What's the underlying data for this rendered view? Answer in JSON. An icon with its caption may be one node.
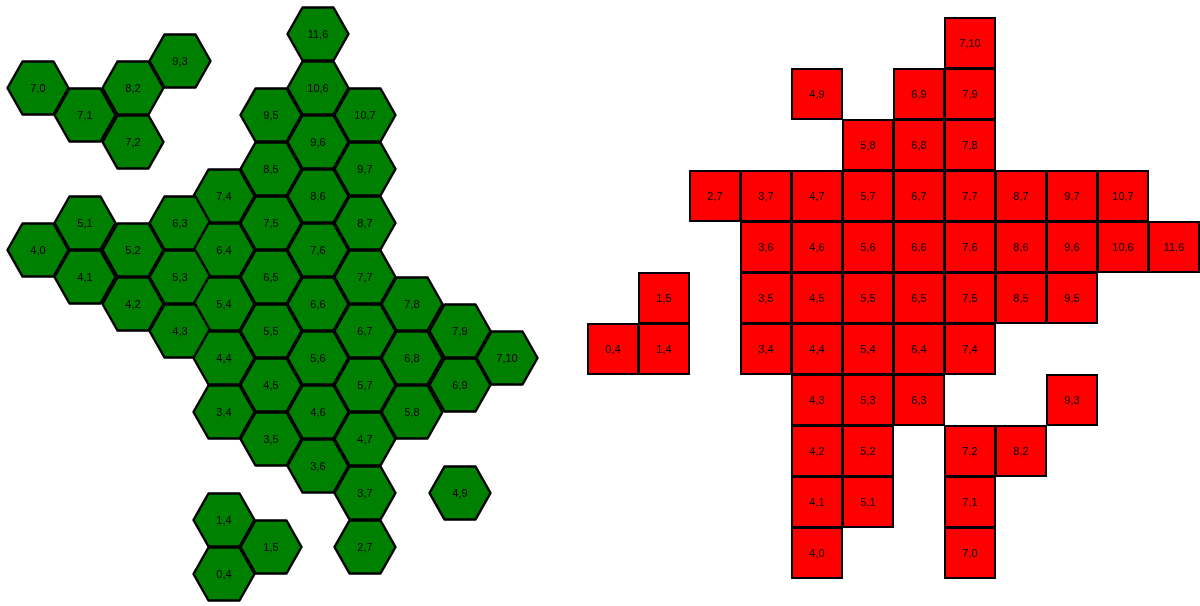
{
  "diagram": {
    "nodes": [
      {
        "text": [
          "11,6"
        ]
      },
      {
        "text": [
          "9,3"
        ]
      },
      {
        "text": [
          "7,0"
        ]
      },
      {
        "text": [
          "8,2"
        ]
      },
      {
        "text": [
          "10,6"
        ]
      },
      {
        "text": [
          "7,1"
        ]
      },
      {
        "text": [
          "9,5"
        ]
      },
      {
        "text": [
          "10,7"
        ]
      },
      {
        "text": [
          "7,2"
        ]
      },
      {
        "text": [
          "9,6"
        ]
      },
      {
        "text": [
          "8,5"
        ]
      },
      {
        "text": [
          "9,7"
        ]
      },
      {
        "text": [
          "7,4"
        ]
      },
      {
        "text": [
          "8,6"
        ]
      },
      {
        "text": [
          "5,1"
        ]
      },
      {
        "text": [
          "6,3"
        ]
      },
      {
        "text": [
          "7,5"
        ]
      },
      {
        "text": [
          "8,7"
        ]
      },
      {
        "text": [
          "4,0"
        ]
      },
      {
        "text": [
          "5,2"
        ]
      },
      {
        "text": [
          "6,4"
        ]
      },
      {
        "text": [
          "7,6"
        ]
      },
      {
        "text": [
          "4,1"
        ]
      },
      {
        "text": [
          "5,3"
        ]
      },
      {
        "text": [
          "6,5"
        ]
      },
      {
        "text": [
          "7,7"
        ]
      },
      {
        "text": [
          "4,2"
        ]
      },
      {
        "text": [
          "5,4"
        ]
      },
      {
        "text": [
          "6,6"
        ]
      },
      {
        "text": [
          "7,8"
        ]
      },
      {
        "text": [
          "4,3"
        ]
      },
      {
        "text": [
          "5,5"
        ]
      },
      {
        "text": [
          "6,7"
        ]
      },
      {
        "text": [
          "7,9"
        ]
      },
      {
        "text": [
          "4,4"
        ]
      },
      {
        "text": [
          "5,6"
        ]
      },
      {
        "text": [
          "6,8"
        ]
      },
      {
        "text": [
          "7,10"
        ]
      },
      {
        "text": [
          "4,5"
        ]
      },
      {
        "text": [
          "5,7"
        ]
      },
      {
        "text": [
          "6,9"
        ]
      },
      {
        "text": [
          "3,4"
        ]
      },
      {
        "text": [
          "4,6"
        ]
      },
      {
        "text": [
          "5,8"
        ]
      },
      {
        "text": [
          "3,5"
        ]
      },
      {
        "text": [
          "4,7"
        ]
      },
      {
        "text": [
          "3,6"
        ]
      },
      {
        "text": [
          "3,7"
        ]
      },
      {
        "text": [
          "4,9"
        ]
      },
      {
        "text": [
          "1,4"
        ]
      },
      {
        "text": [
          "1,5"
        ]
      },
      {
        "text": [
          "2,7"
        ]
      },
      {
        "text": [
          "0,4"
        ]
      },
      {
        "text": [
          "7,10"
        ]
      },
      {
        "text": [
          "4,9"
        ]
      },
      {
        "text": [
          "6,9"
        ]
      },
      {
        "text": [
          "7,9"
        ]
      },
      {
        "text": [
          "5,8"
        ]
      },
      {
        "text": [
          "6,8"
        ]
      },
      {
        "text": [
          "7,8"
        ]
      },
      {
        "text": [
          "2,7"
        ]
      },
      {
        "text": [
          "3,7"
        ]
      },
      {
        "text": [
          "4,7"
        ]
      },
      {
        "text": [
          "5,7"
        ]
      },
      {
        "text": [
          "6,7"
        ]
      },
      {
        "text": [
          "7,7"
        ]
      },
      {
        "text": [
          "8,7"
        ]
      },
      {
        "text": [
          "9,7"
        ]
      },
      {
        "text": [
          "10,7"
        ]
      },
      {
        "text": [
          "3,6"
        ]
      },
      {
        "text": [
          "4,6"
        ]
      },
      {
        "text": [
          "5,6"
        ]
      },
      {
        "text": [
          "6,6"
        ]
      },
      {
        "text": [
          "7,6"
        ]
      },
      {
        "text": [
          "8,6"
        ]
      },
      {
        "text": [
          "9,6"
        ]
      },
      {
        "text": [
          "10,6"
        ]
      },
      {
        "text": [
          "11,6"
        ]
      },
      {
        "text": [
          "1,5"
        ]
      },
      {
        "text": [
          "3,5"
        ]
      },
      {
        "text": [
          "4,5"
        ]
      },
      {
        "text": [
          "5,5"
        ]
      },
      {
        "text": [
          "6,5"
        ]
      },
      {
        "text": [
          "7,5"
        ]
      },
      {
        "text": [
          "8,5"
        ]
      },
      {
        "text": [
          "9,5"
        ]
      },
      {
        "text": [
          "0,4"
        ]
      },
      {
        "text": [
          "1,4"
        ]
      },
      {
        "text": [
          "3,4"
        ]
      },
      {
        "text": [
          "4,4"
        ]
      },
      {
        "text": [
          "5,4"
        ]
      },
      {
        "text": [
          "6,4"
        ]
      },
      {
        "text": [
          "7,4"
        ]
      },
      {
        "text": [
          "4,3"
        ]
      },
      {
        "text": [
          "5,3"
        ]
      },
      {
        "text": [
          "6,3"
        ]
      },
      {
        "text": [
          "9,3"
        ]
      },
      {
        "text": [
          "4,2"
        ]
      },
      {
        "text": [
          "5,2"
        ]
      },
      {
        "text": [
          "7,2"
        ]
      },
      {
        "text": [
          "8,2"
        ]
      },
      {
        "text": [
          "4,1"
        ]
      },
      {
        "text": [
          "5,1"
        ]
      },
      {
        "text": [
          "7,1"
        ]
      },
      {
        "text": [
          "4,0"
        ]
      },
      {
        "text": [
          "7,0"
        ]
      }
    ]
  }
}
